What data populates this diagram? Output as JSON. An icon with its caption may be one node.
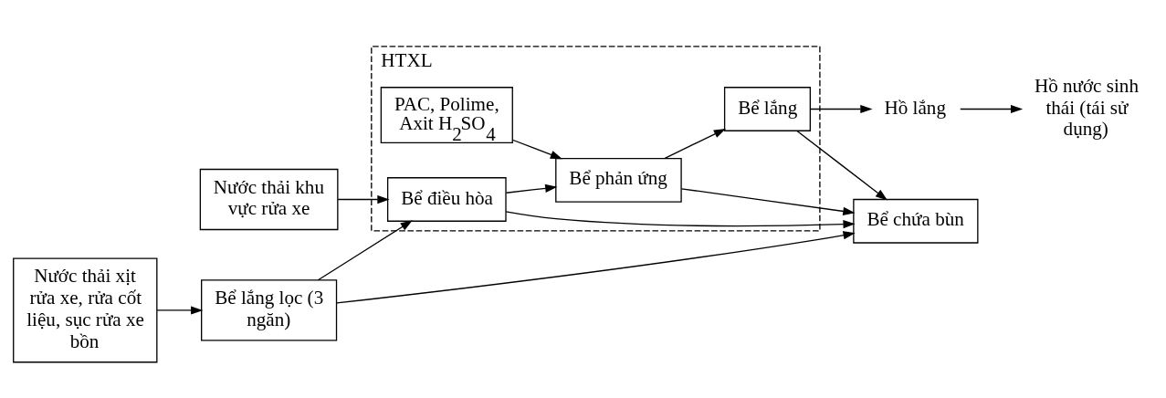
{
  "diagram": {
    "nodes": [
      {
        "text": [
          "Nước thải khu vực rửa xe"
        ]
      },
      {
        "text": [
          "Nước thải xịt rửa xe, rửa cốt liệu, sục rửa xe bồn"
        ]
      },
      {
        "text": [
          "Bể lắng lọc (3 ngăn)"
        ]
      },
      {
        "text": [
          "HTXL"
        ]
      },
      {
        "text": [
          "PAC, Polime, Axit H$_{2}$SO$_{4}$"
        ],
        "in": 3
      },
      {
        "text": [
          "Bể điều hòa"
        ],
        "in": 3
      },
      {
        "text": [
          "Bể phản ứng"
        ],
        "in": 3
      },
      {
        "text": [
          "Bể lắng"
        ],
        "in": 3
      },
      {
        "text": [
          "Hồ lắng"
        ]
      },
      {
        "text": [
          "Hồ nước sinh thái (tái sử dụng)"
        ]
      },
      {
        "text": [
          "Bể chứa bùn"
        ]
      }
    ],
    "edges": [
      {
        "from": 1,
        "to": 2,
        "arrow": "to"
      },
      {
        "from": 0,
        "to": 5,
        "arrow": "to"
      },
      {
        "from": 2,
        "to": 5,
        "arrow": "to"
      },
      {
        "from": 4,
        "to": 6,
        "arrow": "to"
      },
      {
        "from": 5,
        "to": 6,
        "arrow": "to"
      },
      {
        "from": 6,
        "to": 7,
        "arrow": "to"
      },
      {
        "from": 7,
        "to": 8,
        "arrow": "to"
      },
      {
        "from": 8,
        "to": 9,
        "arrow": "to"
      },
      {
        "from": 2,
        "to": 10,
        "arrow": "to"
      },
      {
        "from": 5,
        "to": 10,
        "arrow": "to"
      },
      {
        "from": 6,
        "to": 10,
        "arrow": "to"
      },
      {
        "from": 7,
        "to": 10,
        "arrow": "to"
      }
    ]
  }
}
